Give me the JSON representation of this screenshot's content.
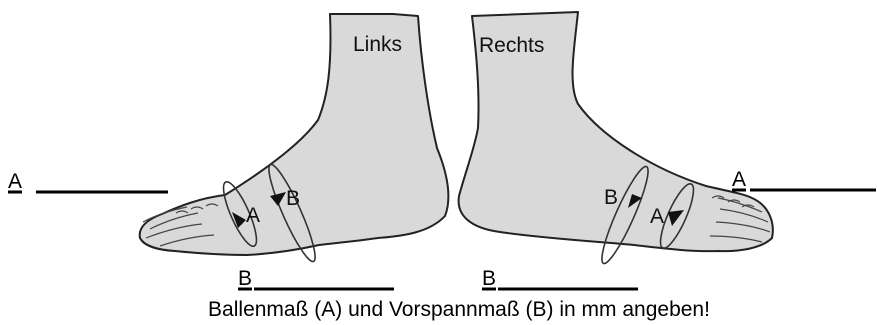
{
  "feet": {
    "left_label": "Links",
    "right_label": "Rechts",
    "marker_a": "A",
    "marker_b": "B"
  },
  "fields": {
    "left_a_label": "A",
    "right_a_label": "A",
    "left_b_label": "B",
    "right_b_label": "B"
  },
  "instruction": "Ballenmaß (A) und Vorspannmaß (B) in mm angeben!",
  "colors": {
    "foot_fill": "#d9d9d9",
    "outline": "#222222",
    "line": "#000000"
  }
}
